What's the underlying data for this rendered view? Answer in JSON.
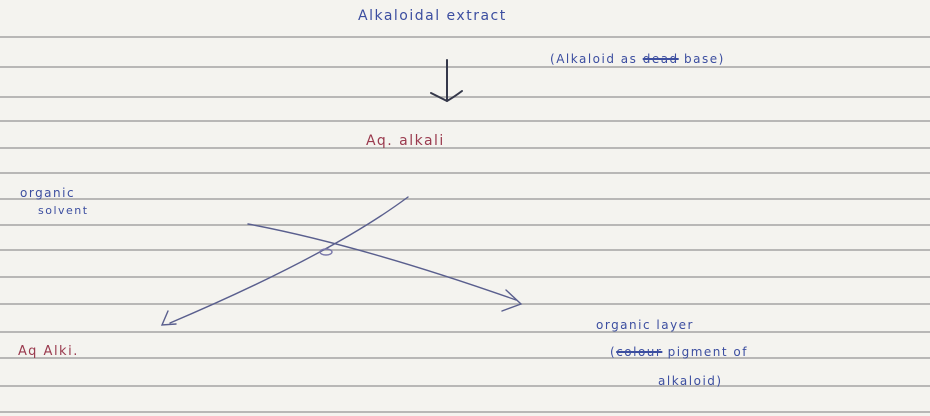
{
  "note": {
    "title": "Alkaloidal extract",
    "title_note": {
      "open": "(",
      "body": "Alkaloid ",
      "as": "as",
      "struck": "dead",
      "tail": " base)"
    },
    "step": "Aq. alkali",
    "left_label": {
      "line1": "organic",
      "line2": "solvent"
    },
    "bottom_left": "Aq Alki.",
    "right_note": {
      "line1": "organic layer",
      "line2_struck": "colour",
      "line2_tail": " pigment of",
      "line3": "alkaloid)"
    }
  },
  "colors": {
    "ink_blue": "#3c4ea0",
    "ink_red": "#9a3a4e",
    "ruled_line": "#9a9a9a",
    "paper": "#f4f3ef"
  }
}
